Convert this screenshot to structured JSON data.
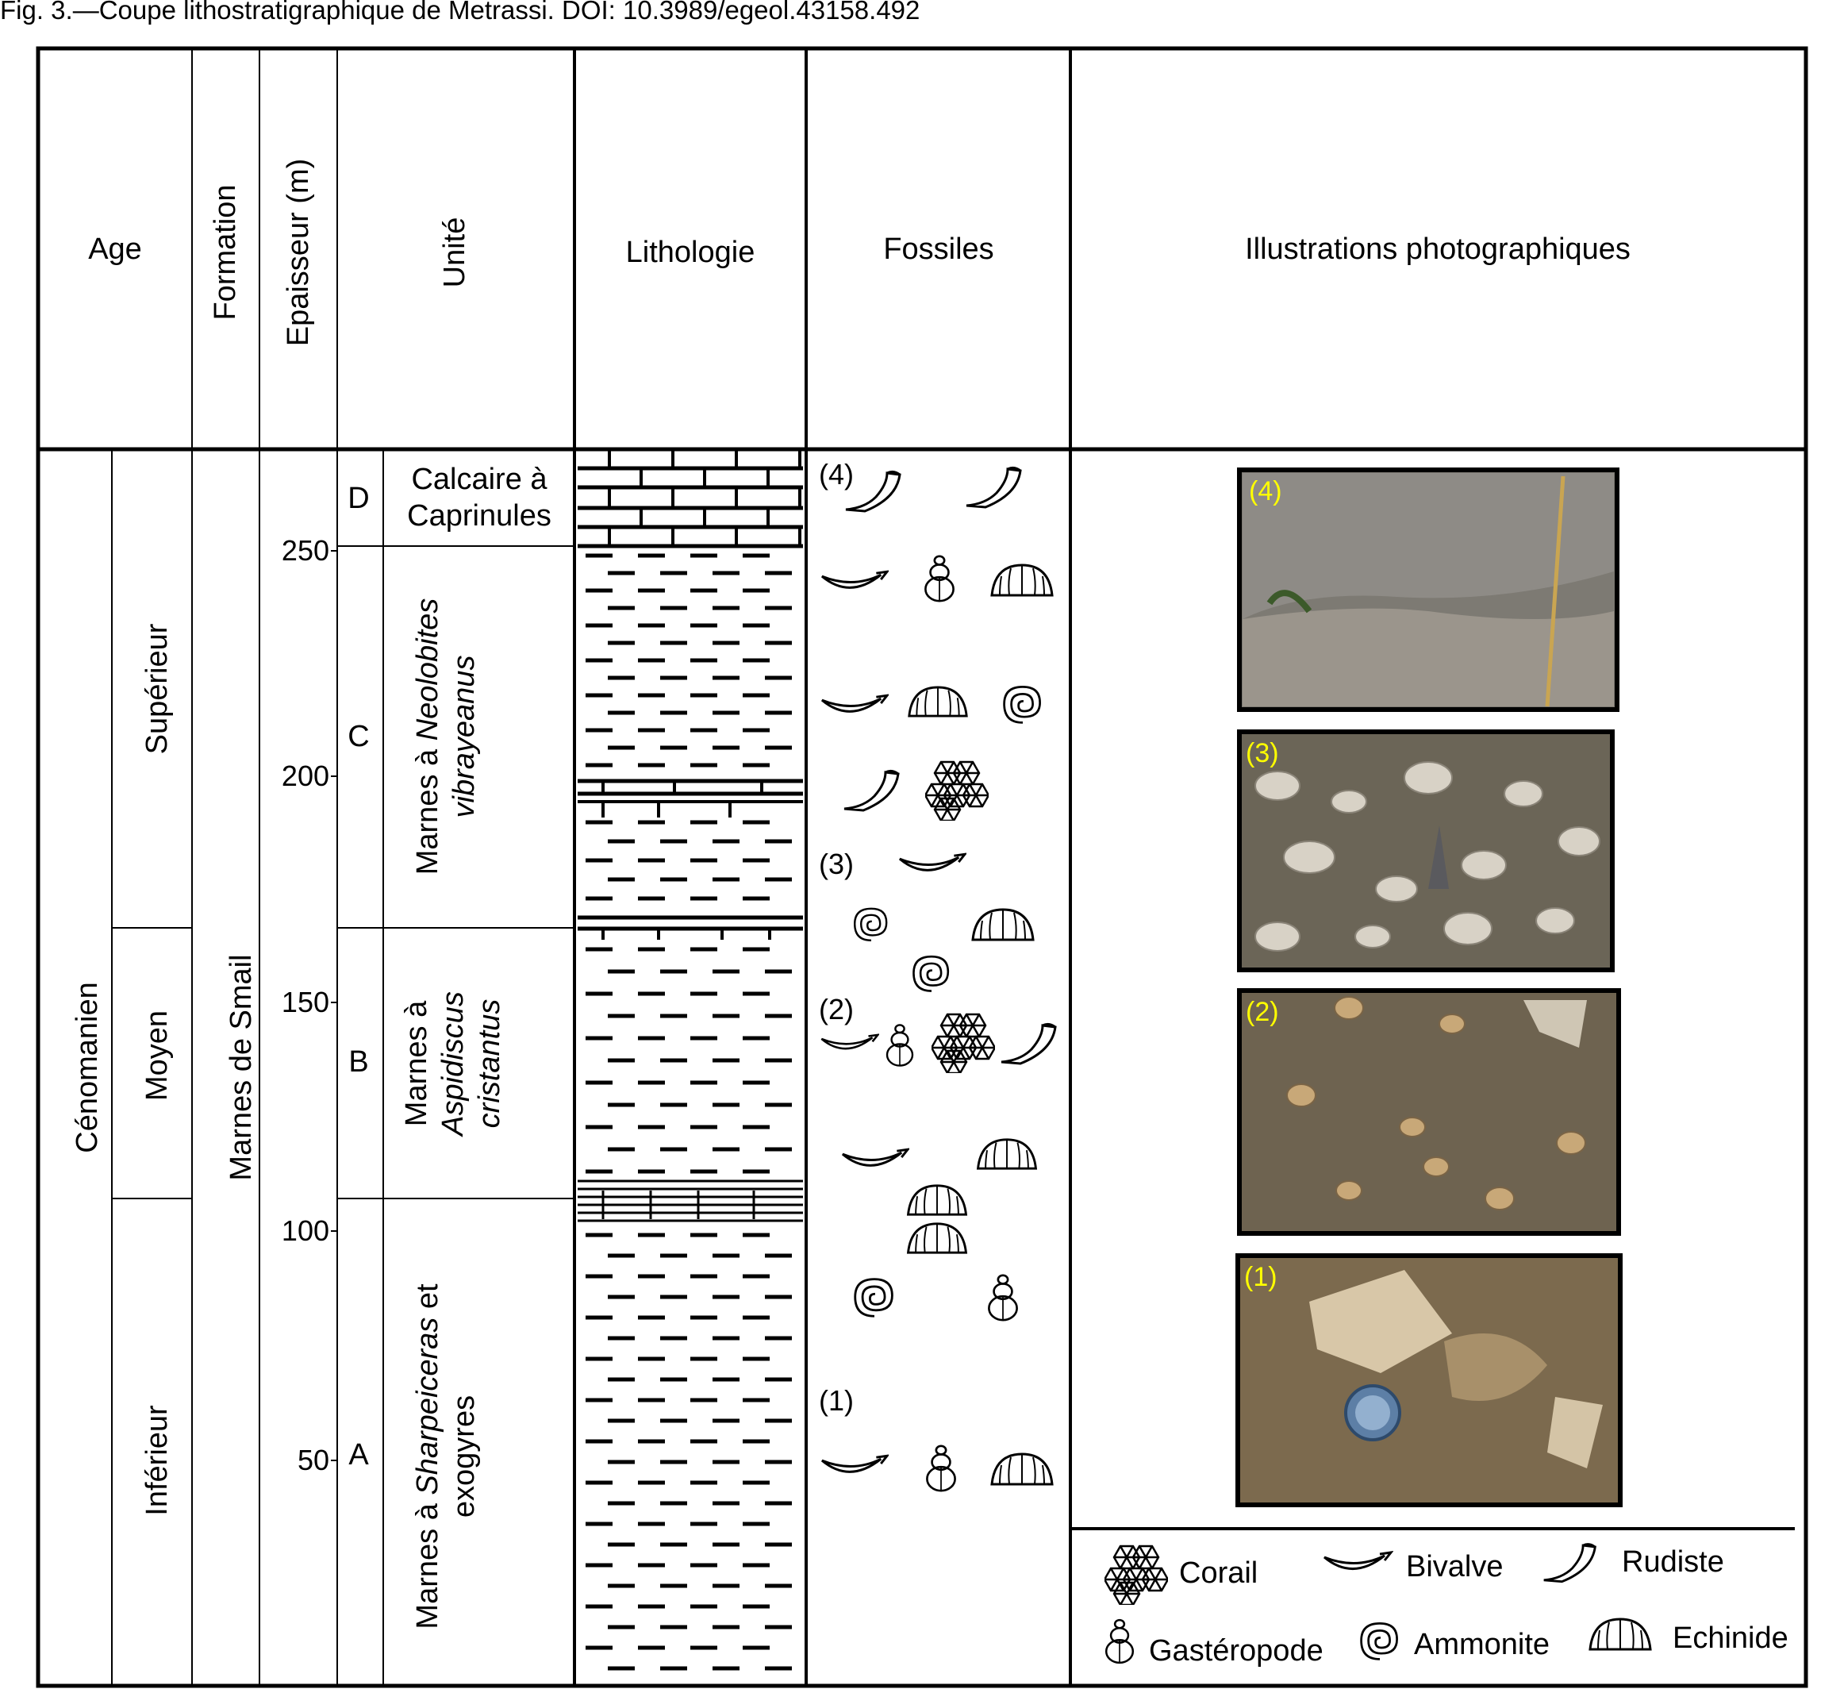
{
  "caption": "Fig. 3.—Coupe lithostratigraphique de Metrassi. DOI: 10.3989/egeol.43158.492",
  "headers": {
    "age": "Age",
    "formation": "Formation",
    "thickness": "Epaisseur (m)",
    "unit": "Unité",
    "lithology": "Lithologie",
    "fossils": "Fossiles",
    "photos": "Illustrations photographiques"
  },
  "stage": "Cénomanien",
  "substages": [
    "Supérieur",
    "Moyen",
    "Inférieur"
  ],
  "formation_name": "Marnes de Smail",
  "thickness_ticks": [
    "250",
    "200",
    "150",
    "100",
    "50"
  ],
  "units": [
    {
      "letter": "D",
      "name_line1": "Calcaire à",
      "name_line2": "Caprinules"
    },
    {
      "letter": "C",
      "name_line1": "Marnes à ",
      "name_italic1": "Neolobites",
      "name_line2": "vibrayeanus"
    },
    {
      "letter": "B",
      "name_line1": "Marnes à",
      "name_italic1": "Aspidiscus",
      "name_line2": "cristantus"
    },
    {
      "letter": "A",
      "name_line1": "Marnes à ",
      "name_italic1": "Sharpeiceras",
      "name_line1_end": " et",
      "name_line2": "exogyres"
    }
  ],
  "fossil_level_labels": [
    "(4)",
    "(3)",
    "(2)",
    "(1)"
  ],
  "photo_labels": [
    "(4)",
    "(3)",
    "(2)",
    "(1)"
  ],
  "legend": {
    "coral": "Corail",
    "bivalve": "Bivalve",
    "rudist": "Rudiste",
    "gastropod": "Gastéropode",
    "ammonite": "Ammonite",
    "echinoid": "Echinide"
  }
}
